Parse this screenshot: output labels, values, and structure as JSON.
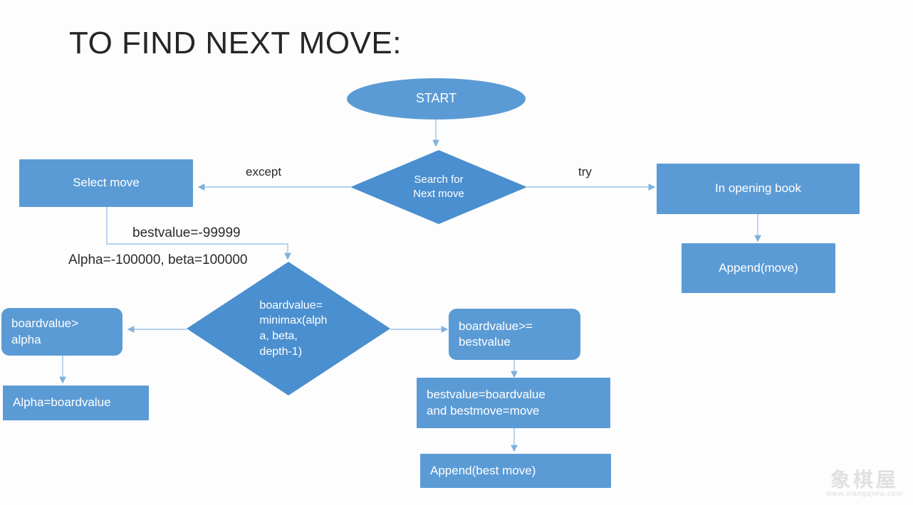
{
  "page": {
    "title": "TO FIND NEXT MOVE:",
    "background_color": "#fdfdfd",
    "node_fill_color": "#5B9BD5",
    "diamond_fill_color": "#4A8FCF",
    "connector_color": "#9DC3E6",
    "text_color": "#ffffff",
    "title_color": "#262626"
  },
  "nodes": {
    "start": "START",
    "search_next_move": "Search for\nNext move",
    "select_move": "Select move",
    "in_opening_book": "In opening book",
    "append_move": "Append(move)",
    "minimax": "boardvalue=\nminimax(alph\na, beta,\ndepth-1)",
    "boardvalue_gt_alpha": "boardvalue>\nalpha",
    "alpha_eq_boardvalue": "Alpha=boardvalue",
    "boardvalue_gte_bestvalue": "boardvalue>=\nbestvalue",
    "bestvalue_assign": "bestvalue=boardvalue\nand bestmove=move",
    "append_best_move": "Append(best move)"
  },
  "edge_labels": {
    "except": "except",
    "try": "try",
    "bestvalue_init": "bestvalue=-99999",
    "alpha_beta_init": "Alpha=-100000, beta=100000"
  },
  "watermark": {
    "brand": "象棋屋",
    "url": "www.xiangqiwu.com"
  }
}
